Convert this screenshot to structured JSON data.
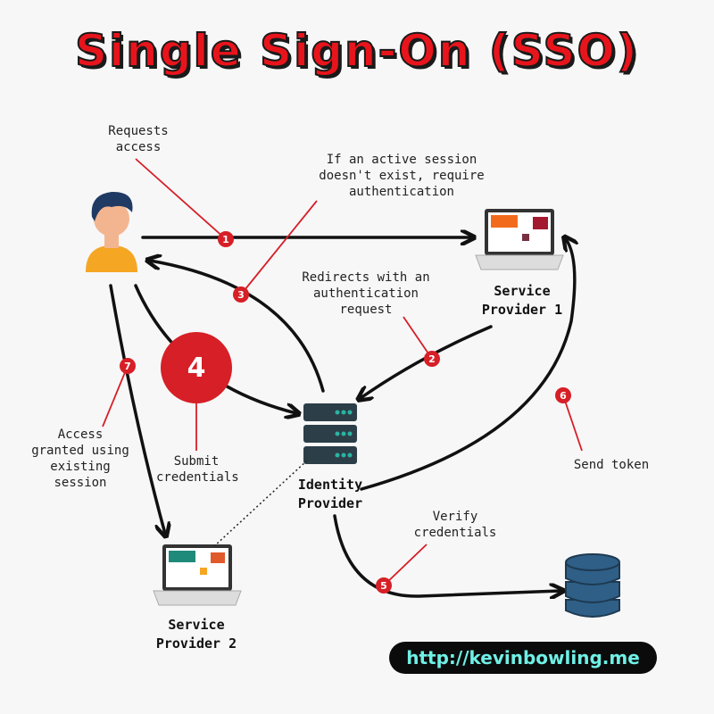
{
  "title": "Single Sign-On (SSO)",
  "nodes": {
    "service_provider_1": "Service\nProvider 1",
    "service_provider_2": "Service\nProvider 2",
    "identity_provider": "Identity\nProvider"
  },
  "steps": [
    {
      "number": "1",
      "label": "Requests\naccess"
    },
    {
      "number": "2",
      "label": "Redirects with an\nauthentication\nrequest"
    },
    {
      "number": "3",
      "label": "If an active session\ndoesn't exist, require\nauthentication"
    },
    {
      "number": "4",
      "label": "Submit\ncredentials"
    },
    {
      "number": "5",
      "label": "Verify\ncredentials"
    },
    {
      "number": "6",
      "label": "Send token"
    },
    {
      "number": "7",
      "label": "Access\ngranted using\nexisting\nsession"
    }
  ],
  "url": "http://kevinbowling.me",
  "colors": {
    "accent": "#d61f26",
    "server": "#2c3e47",
    "database": "#2f5f86",
    "url_text": "#6ff0e6"
  }
}
